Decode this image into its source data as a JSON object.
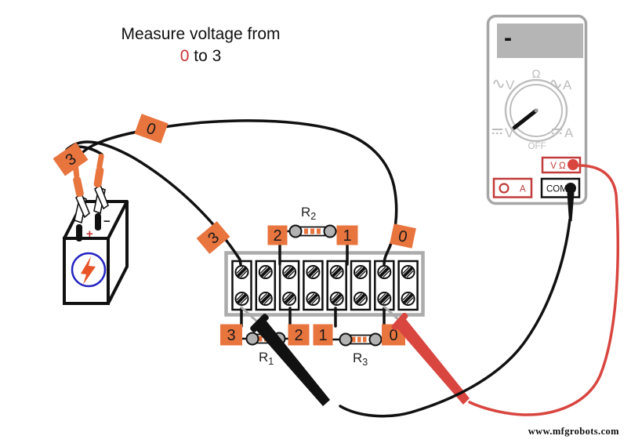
{
  "title": {
    "line1": "Measure voltage from",
    "from_value": "0",
    "line2_rest": "to 3"
  },
  "battery": {
    "plus": "+",
    "minus": "−"
  },
  "tags": {
    "wire0_battery": "0",
    "wire3_battery": "3",
    "wire3_strip": "3",
    "wire0_strip": "0",
    "top_2": "2",
    "top_1": "1",
    "bottom_3": "3",
    "bottom_2": "2",
    "bottom_1": "1",
    "bottom_0": "0"
  },
  "resistors": {
    "r1": {
      "base": "R",
      "sub": "1"
    },
    "r2": {
      "base": "R",
      "sub": "2"
    },
    "r3": {
      "base": "R",
      "sub": "3"
    }
  },
  "meter": {
    "display_value": "-",
    "dial": {
      "ohm": "Ω",
      "ac_v": "V",
      "ac_a": "A",
      "dc_v": "V",
      "dc_a": "A",
      "off": "OFF"
    },
    "jacks": {
      "v_ohm": "V Ω",
      "amp": "A",
      "com": "COM"
    }
  },
  "watermark": "www.mfgrobots.com",
  "colors": {
    "tag_orange": "#E8743E",
    "wire_black": "#111111",
    "lead_red": "#D9453F",
    "accent_red": "#C23B3B",
    "title_red": "#CC3333",
    "bolt_orange": "#E85427",
    "logo_blue": "#2222C2",
    "meter_gray": "#A6A6A6",
    "dial_gray": "#BDBDBD",
    "strip_gray": "#ACACAC"
  }
}
